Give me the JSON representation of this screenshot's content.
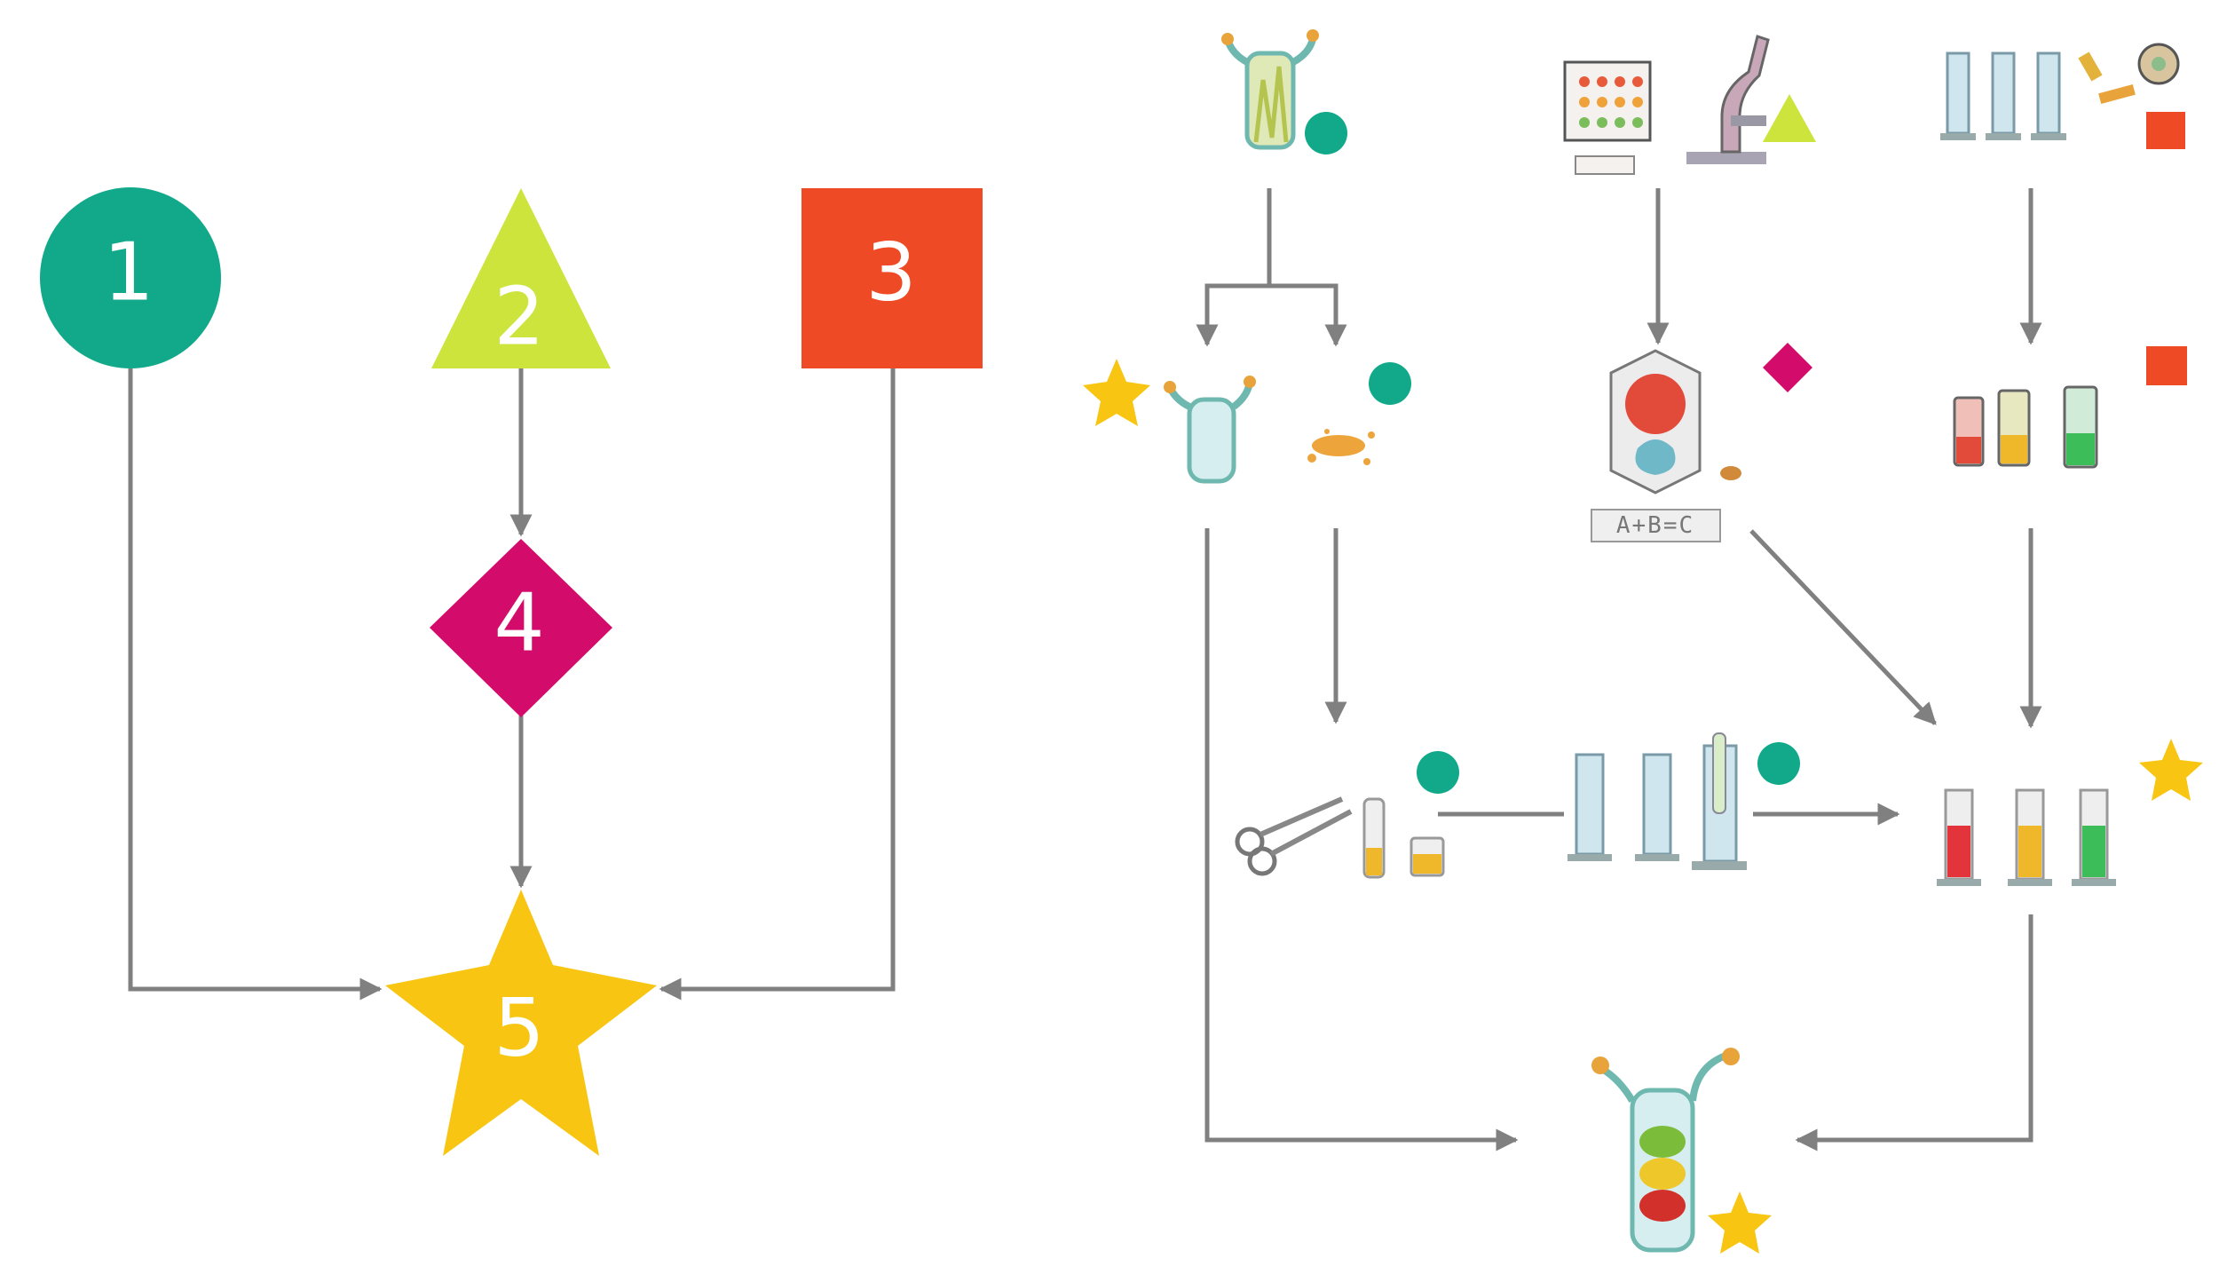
{
  "colors": {
    "circle": "#12a98a",
    "triangle": "#cde43c",
    "square": "#ee4a26",
    "diamond": "#d30b6a",
    "star": "#f7c512",
    "edge": "#808080"
  },
  "legend_diagram": {
    "nodes": [
      {
        "id": "1",
        "label": "1",
        "shape": "circle"
      },
      {
        "id": "2",
        "label": "2",
        "shape": "triangle"
      },
      {
        "id": "3",
        "label": "3",
        "shape": "square"
      },
      {
        "id": "4",
        "label": "4",
        "shape": "diamond"
      },
      {
        "id": "5",
        "label": "5",
        "shape": "star"
      }
    ],
    "edges": [
      {
        "from": "2",
        "to": "4"
      },
      {
        "from": "4",
        "to": "5"
      },
      {
        "from": "1",
        "to": "5"
      },
      {
        "from": "3",
        "to": "5"
      }
    ]
  },
  "process_diagram": {
    "steps": [
      {
        "id": "harvest",
        "marker": "circle",
        "icons": [
          "tube-with-plant-icon"
        ]
      },
      {
        "id": "plate-microscope",
        "marker": "triangle",
        "icons": [
          "well-plate-icon",
          "microscope-icon"
        ]
      },
      {
        "id": "cylinders-reagents",
        "marker": "square",
        "icons": [
          "graduated-cylinders-icon",
          "reagents-icon"
        ]
      },
      {
        "id": "empty-tube",
        "marker": "star",
        "icons": [
          "empty-tube-icon"
        ]
      },
      {
        "id": "powder",
        "marker": "circle",
        "icons": [
          "powder-icon"
        ]
      },
      {
        "id": "model-box",
        "marker": "diamond",
        "icons": [
          "molecule-box-icon"
        ],
        "caption": "A+B=C"
      },
      {
        "id": "colored-vials",
        "marker": "square",
        "icons": [
          "colored-vials-icon"
        ]
      },
      {
        "id": "cut-dissolve",
        "marker": "circle",
        "icons": [
          "scissors-icon",
          "sample-vial-icon",
          "beaker-icon"
        ]
      },
      {
        "id": "cylinders-mixing",
        "marker": "circle",
        "icons": [
          "graduated-cylinders-icon"
        ]
      },
      {
        "id": "colored-cylinders",
        "marker": "star",
        "icons": [
          "colored-cylinders-icon"
        ]
      },
      {
        "id": "final-tube",
        "marker": "star",
        "icons": [
          "traffic-light-tube-icon"
        ]
      }
    ],
    "edges": [
      {
        "from": "harvest",
        "to": "empty-tube"
      },
      {
        "from": "harvest",
        "to": "powder"
      },
      {
        "from": "plate-microscope",
        "to": "model-box"
      },
      {
        "from": "cylinders-reagents",
        "to": "colored-vials"
      },
      {
        "from": "powder",
        "to": "cut-dissolve"
      },
      {
        "from": "cut-dissolve",
        "to": "cylinders-mixing"
      },
      {
        "from": "cylinders-mixing",
        "to": "colored-cylinders"
      },
      {
        "from": "model-box",
        "to": "colored-cylinders"
      },
      {
        "from": "colored-vials",
        "to": "colored-cylinders"
      },
      {
        "from": "empty-tube",
        "to": "final-tube"
      },
      {
        "from": "colored-cylinders",
        "to": "final-tube"
      }
    ]
  }
}
